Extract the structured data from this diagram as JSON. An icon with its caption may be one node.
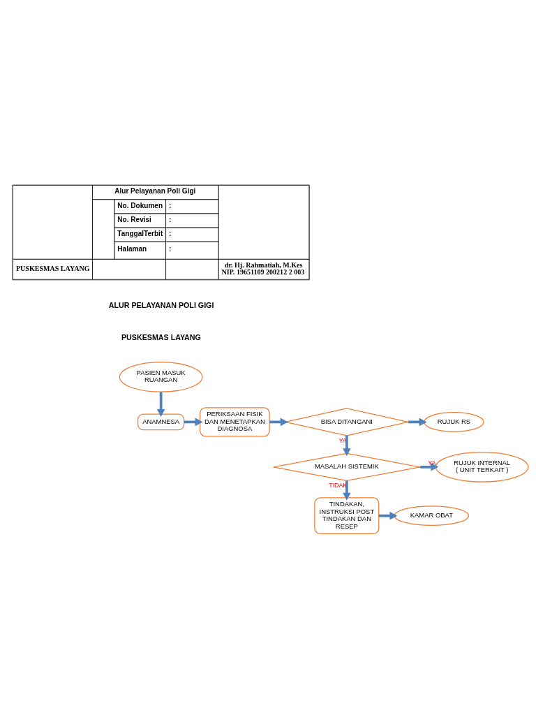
{
  "diagram": {
    "nodes": [
      {
        "text": [
          "PASIEN MASUK RUANGAN"
        ]
      },
      {
        "text": [
          "ANAMNESA"
        ]
      },
      {
        "text": [
          "PERIKSAAN FISIK DAN MENETAPKAN DIAGNOSA"
        ]
      },
      {
        "text": [
          "BISA DITANGANI"
        ]
      },
      {
        "text": [
          "RUJUK RS"
        ]
      },
      {
        "text": [
          "MASALAH SISTEMIK"
        ]
      },
      {
        "text": [
          "RUJUK INTERNAL",
          "( UNIT TERKAIT )"
        ]
      },
      {
        "text": [
          "TINDAKAN, INSTRUKSI POST TINDAKAN DAN RESEP"
        ]
      },
      {
        "text": [
          "KAMAR OBAT"
        ]
      }
    ],
    "edges": [
      {
        "from": 0,
        "to": 1,
        "arrow": "to"
      },
      {
        "from": 1,
        "to": 2,
        "arrow": "to"
      },
      {
        "from": 2,
        "to": 3,
        "arrow": "to"
      },
      {
        "from": 3,
        "to": 4,
        "arrow": "to"
      },
      {
        "from": 3,
        "to": 5,
        "arrow": "to",
        "label": "YA"
      },
      {
        "from": 5,
        "to": 6,
        "arrow": "to",
        "label": "YA"
      },
      {
        "from": 5,
        "to": 7,
        "arrow": "to",
        "label": "TIDAK"
      },
      {
        "from": 7,
        "to": 8,
        "arrow": "to"
      }
    ],
    "labels": [
      "Alur Pelayanan Poli Gigi",
      "No. Dokumen",
      ":",
      "No. Revisi",
      ":",
      "TanggalTerbit",
      ":",
      "Halaman",
      ":",
      "PUSKESMAS LAYANG",
      "dr. Hj. Rahmatiah, M.Kes",
      "NIP. 19651109 200212 2 003",
      "ALUR PELAYANAN POLI GIGI",
      "PUSKESMAS LAYANG"
    ]
  }
}
